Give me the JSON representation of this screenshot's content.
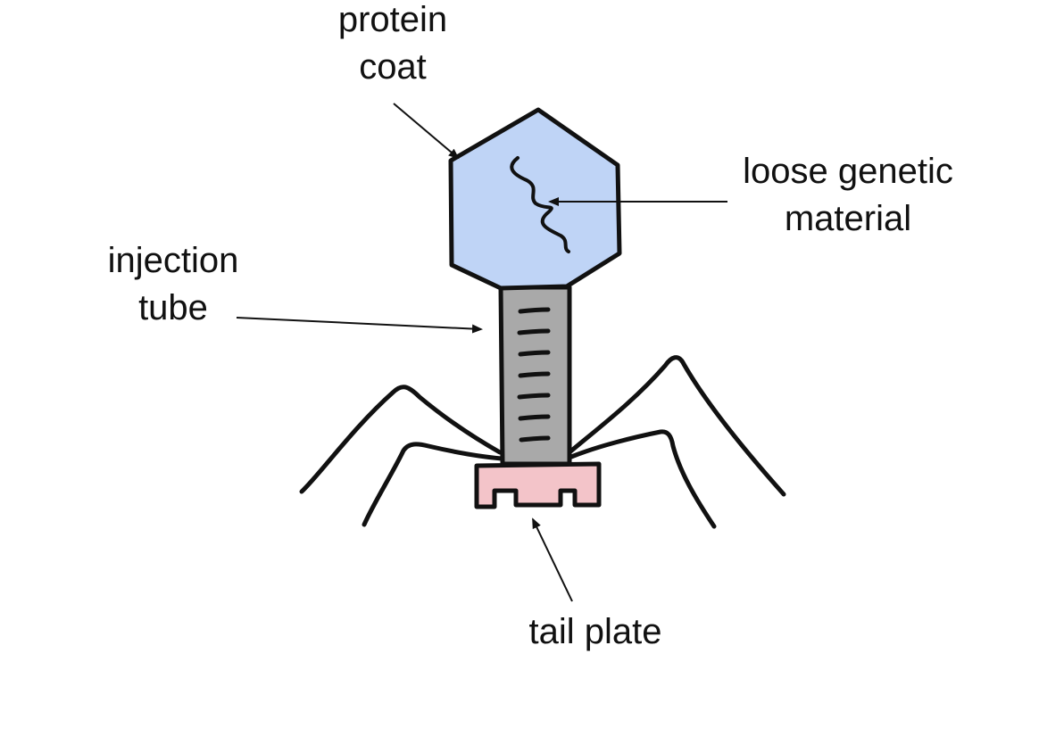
{
  "labels": {
    "protein_coat": [
      "protein",
      "coat"
    ],
    "genetic_material": [
      "loose genetic",
      "material"
    ],
    "injection_tube": [
      "injection",
      "tube"
    ],
    "tail_plate": [
      "tail plate"
    ]
  },
  "colors": {
    "head_fill": "#bfd4f6",
    "tube_fill": "#a9a9a9",
    "plate_fill": "#f3c4c9",
    "outline": "#111111",
    "text": "#111111",
    "background": "#ffffff"
  }
}
